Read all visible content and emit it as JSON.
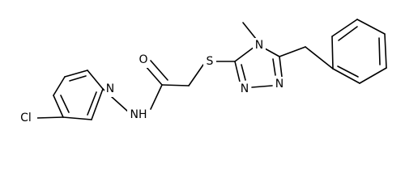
{
  "molecule": {
    "colors": {
      "bond": "#000000",
      "label": "#000000",
      "background": "#ffffff"
    },
    "atoms": {
      "cl": "Cl",
      "n_pyridine": "N",
      "nh": "NH",
      "o": "O",
      "s": "S",
      "n4_methyl": "N",
      "methyl": "",
      "n_triazole_a": "N",
      "n_triazole_b": "N"
    }
  }
}
